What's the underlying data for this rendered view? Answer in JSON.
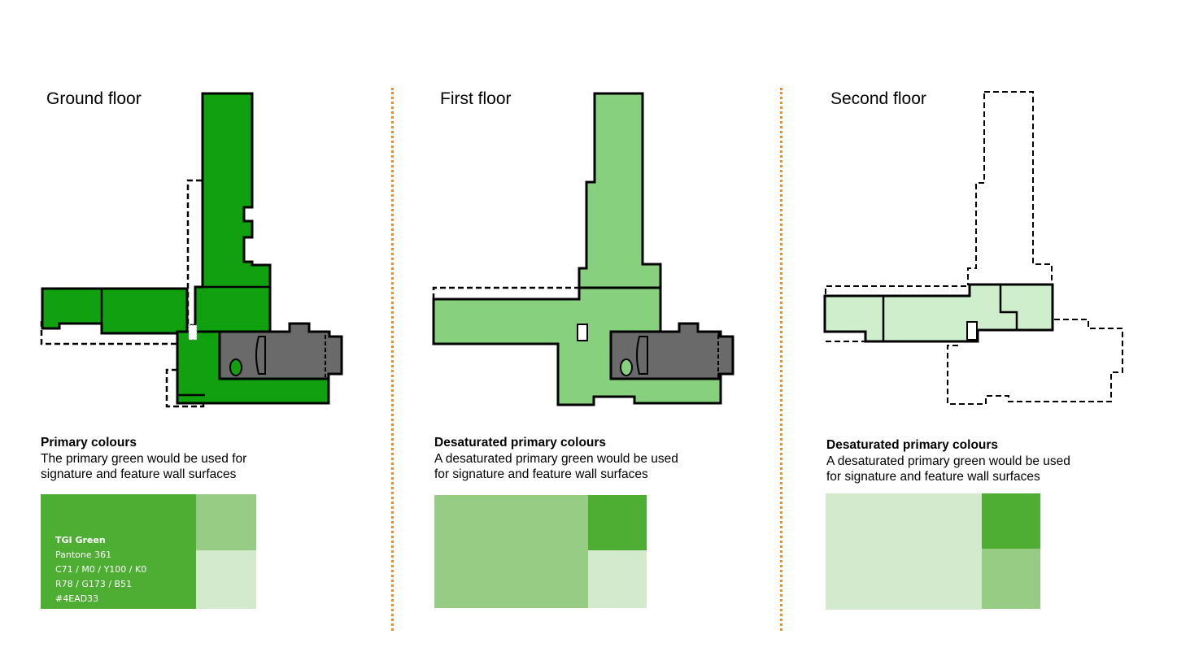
{
  "colors": {
    "accent_divider": "#f08a24",
    "primary_green": "#10a010",
    "desaturated_green": "#86d07e",
    "light_green": "#cfeecb",
    "grey_zone": "#6a6a6a",
    "swatch_tgi": "#4EAD33",
    "swatch_mid": "#96cc84",
    "swatch_light": "#d3ebcc"
  },
  "panels": [
    {
      "title": "Ground floor",
      "caption_head": "Primary colours",
      "caption_body": "The primary green would be used for signature and feature wall surfaces",
      "swatch": {
        "name": "TGI Green",
        "lines": [
          "Pantone 361",
          "C71 / M0 / Y100 / K0",
          "R78 / G173 / B51",
          "#4EAD33"
        ]
      }
    },
    {
      "title": "First floor",
      "caption_head": "Desaturated primary colours",
      "caption_body": "A desaturated primary green would be used for signature and feature wall surfaces"
    },
    {
      "title": "Second floor",
      "caption_head": "Desaturated primary colours",
      "caption_body": "A desaturated primary green would be used for signature and feature wall surfaces"
    }
  ]
}
